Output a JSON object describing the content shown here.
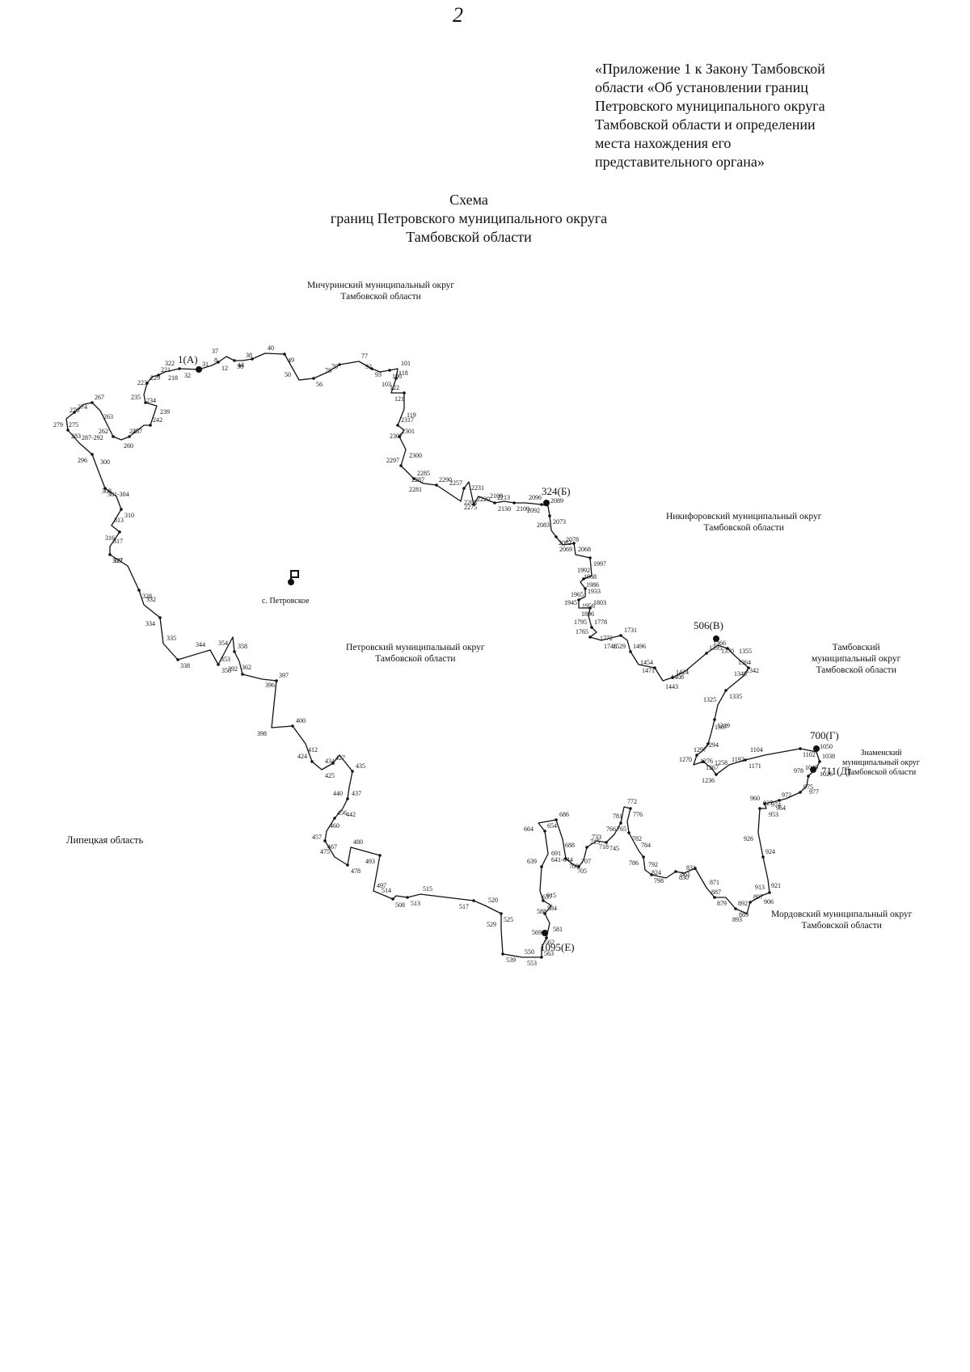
{
  "page_number": "2",
  "annex": {
    "lines": [
      "«Приложение 1 к Закону Тамбовской",
      "области «Об установлении границ",
      "Петровского муниципального округа",
      "Тамбовской области и определении",
      "места нахождения его",
      "представительного органа»"
    ]
  },
  "title": {
    "line1": "Схема",
    "line2": "границ Петровского муниципального округа",
    "line3": "Тамбовской области"
  },
  "regions": {
    "michurinsky": [
      "Мичуринский муниципальный округ",
      "Тамбовской области"
    ],
    "nikiforovsky": [
      "Никифоровский муниципальный округ",
      "Тамбовской области"
    ],
    "tambovsky": [
      "Тамбовский",
      "муниципальный округ",
      "Тамбовской области"
    ],
    "znamensky": [
      "Знаменский",
      "муниципальный округ",
      "Тамбовской области"
    ],
    "mordovsky": [
      "Мордовский муниципальный округ",
      "Тамбовской области"
    ],
    "petrovsky": [
      "Петровский муниципальный округ",
      "Тамбовской области"
    ],
    "lipetsk": [
      "Липецкая область"
    ]
  },
  "settlement": "с. Петровское",
  "key_points": [
    "1(А)",
    "324(Б)",
    "506(В)",
    "700(Г)",
    "711(Д)",
    "1095(Е)"
  ],
  "point_labels": [
    "31",
    "32",
    "8",
    "12",
    "37",
    "36",
    "38",
    "44",
    "40",
    "49",
    "50",
    "56",
    "70",
    "78",
    "77",
    "93",
    "92",
    "100",
    "101",
    "103",
    "118",
    "121",
    "122",
    "119",
    "2317",
    "2307",
    "2301",
    "2300",
    "2297",
    "2287",
    "2285",
    "2281",
    "2290",
    "2275",
    "2257",
    "2231",
    "2220",
    "2208",
    "2213",
    "2130",
    "2109",
    "2100",
    "2096",
    "2092",
    "2089",
    "2073",
    "2083",
    "2082",
    "2078",
    "2069",
    "2068",
    "1997",
    "1992",
    "1986",
    "1968",
    "1965",
    "1933",
    "1956",
    "1945",
    "1806",
    "1803",
    "1795",
    "1778",
    "1772",
    "1765",
    "1746",
    "1731",
    "1529",
    "1496",
    "1471",
    "1454",
    "1443",
    "1424",
    "1408",
    "1395",
    "1370",
    "1366",
    "1364",
    "1355",
    "1340",
    "1342",
    "1335",
    "1325",
    "1319",
    "1307",
    "1297",
    "1294",
    "1276",
    "1270",
    "1267",
    "1258",
    "1236",
    "1192",
    "1171",
    "1104",
    "1102",
    "1050",
    "1049",
    "1038",
    "1026",
    "978",
    "977",
    "975",
    "974",
    "972",
    "964",
    "960",
    "953",
    "927",
    "926",
    "924",
    "921",
    "913",
    "906",
    "897",
    "893",
    "892",
    "889",
    "887",
    "879",
    "871",
    "861",
    "831",
    "830",
    "824",
    "798",
    "792",
    "786",
    "784",
    "782",
    "781",
    "776",
    "772",
    "766",
    "765",
    "745",
    "733",
    "718",
    "715",
    "708",
    "707",
    "705",
    "691",
    "688",
    "686",
    "664",
    "654",
    "641-644",
    "639",
    "637",
    "615",
    "588",
    "584",
    "581",
    "569",
    "563",
    "562",
    "553",
    "550",
    "539",
    "529",
    "525",
    "520",
    "517",
    "515",
    "513",
    "514",
    "508",
    "497",
    "493",
    "480",
    "478",
    "475",
    "467",
    "460",
    "457",
    "456",
    "442",
    "440",
    "437",
    "435",
    "434",
    "427",
    "425",
    "424",
    "412",
    "400",
    "398",
    "397",
    "396",
    "392",
    "362",
    "358",
    "354",
    "353",
    "350",
    "344",
    "338",
    "335",
    "334",
    "332",
    "328",
    "327",
    "319",
    "317",
    "316",
    "313",
    "310",
    "308",
    "301-304",
    "300",
    "296",
    "287-292",
    "283",
    "279",
    "275",
    "274",
    "270",
    "267",
    "263",
    "262",
    "260",
    "257",
    "245",
    "242",
    "239",
    "235",
    "234",
    "229",
    "223",
    "221",
    "218",
    "322"
  ]
}
